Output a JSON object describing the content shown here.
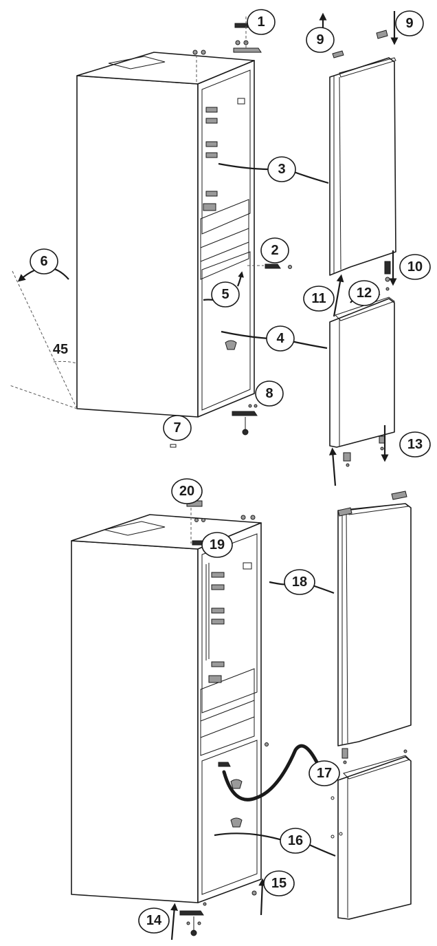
{
  "callouts": {
    "c1": "1",
    "c2": "2",
    "c3": "3",
    "c4": "4",
    "c5": "5",
    "c6": "6",
    "c7": "7",
    "c8": "8",
    "c9a": "9",
    "c9b": "9",
    "c10": "10",
    "c11": "11",
    "c12": "12",
    "c13": "13",
    "c14": "14",
    "c15": "15",
    "c16": "16",
    "c17": "17",
    "c18": "18",
    "c19": "19",
    "c20": "20"
  },
  "angle_label": "45",
  "colors": {
    "line": "#1a1a1a",
    "background": "#ffffff",
    "part_dark": "#2b2b2b"
  }
}
